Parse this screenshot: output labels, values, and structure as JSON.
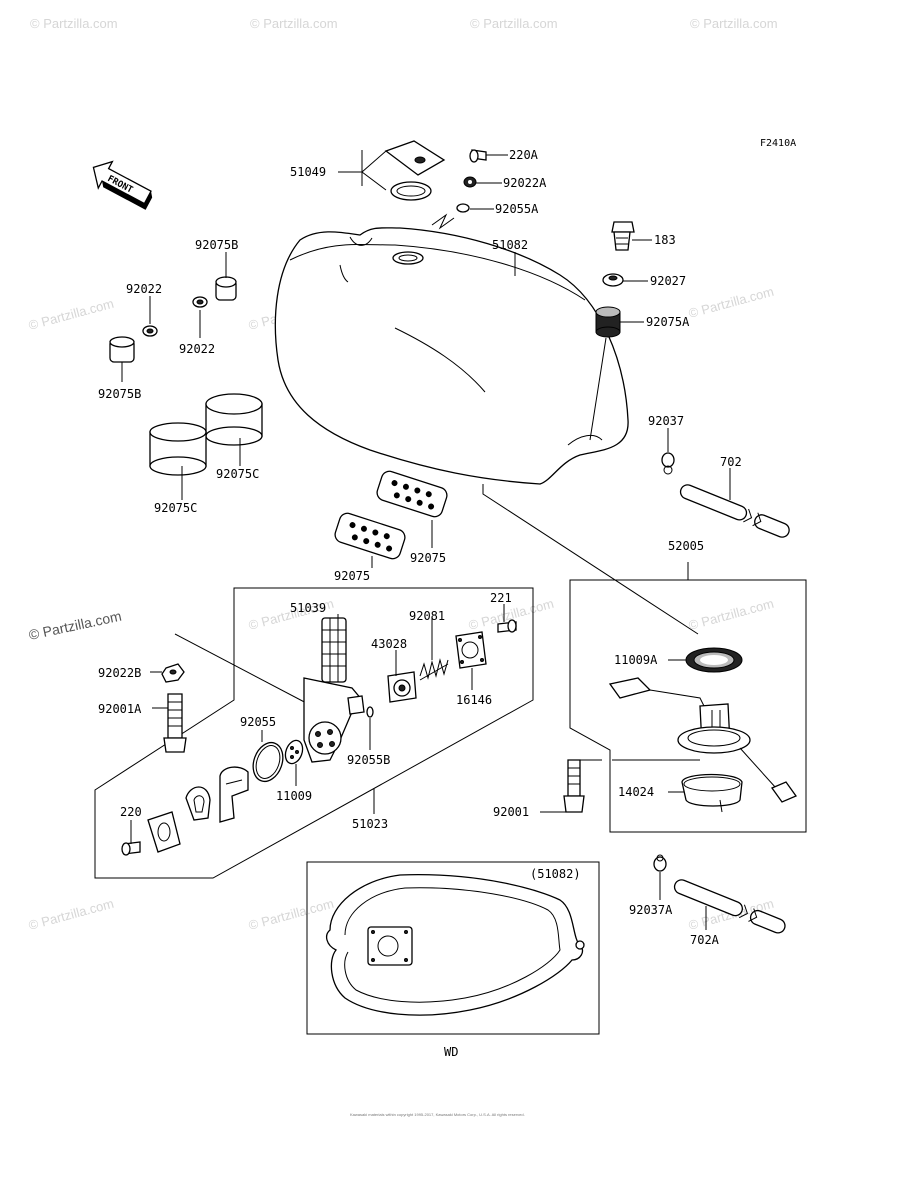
{
  "diagram_code": "F2410A",
  "front_arrow_label": "FRONT",
  "labels": {
    "p51049": "51049",
    "p220A": "220A",
    "p92022A": "92022A",
    "p92055A": "92055A",
    "p51082": "51082",
    "p183": "183",
    "p92027": "92027",
    "p92075A": "92075A",
    "p92075B_top": "92075B",
    "p92022_left": "92022",
    "p92022_mid": "92022",
    "p92075B_left": "92075B",
    "p92075C_right": "92075C",
    "p92075C_left": "92075C",
    "p92037": "92037",
    "p702": "702",
    "p92075_right": "92075",
    "p92075_left": "92075",
    "p52005": "52005",
    "p51039": "51039",
    "p92081": "92081",
    "p221": "221",
    "p43028": "43028",
    "p16146": "16146",
    "p92022B": "92022B",
    "p92001A": "92001A",
    "p92055": "92055",
    "p92055B": "92055B",
    "p11009": "11009",
    "p11009A": "11009A",
    "p220": "220",
    "p51023": "51023",
    "p14024": "14024",
    "p92001": "92001",
    "p92037A": "92037A",
    "p702A": "702A"
  },
  "inset": {
    "ref": "(51082)",
    "caption": "WD"
  },
  "watermark": "© Partzilla.com",
  "footer_text": "Kawasaki materials within copyright 1995-2017, Kawasaki Motors Corp., U.S.A. All rights reserved."
}
